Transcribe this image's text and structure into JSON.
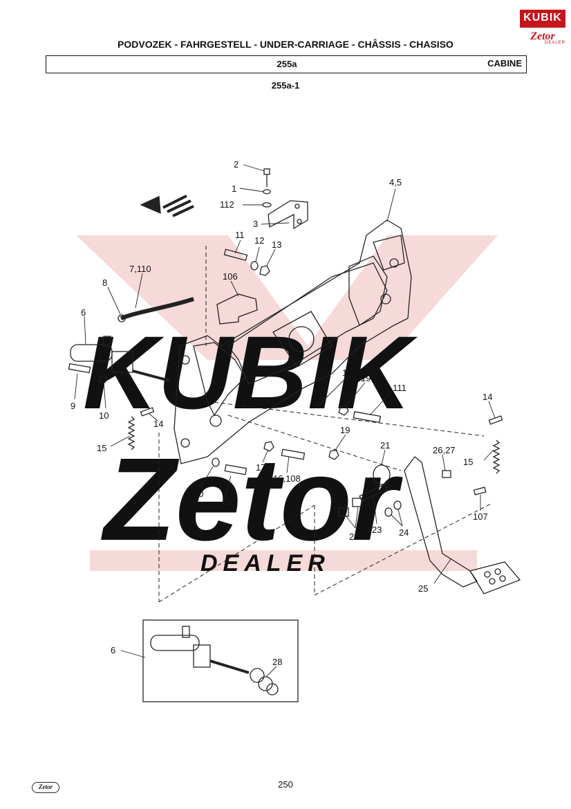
{
  "header": {
    "section_title": "PODVOZEK - FAHRGESTELL - UNDER-CARRIAGE - CHÂSSIS - CHASISO",
    "group_code": "255a",
    "group_name": "CABINE",
    "sub_code": "255a-1"
  },
  "brand": {
    "kubik": "KUBIK",
    "zetor": "Zetor",
    "dealer": "DEALER"
  },
  "watermark": {
    "kubik": "KUBIK",
    "zetor": "Zetor",
    "dealer": "DEALER"
  },
  "callouts": {
    "c2": "2",
    "c1": "1",
    "c112": "112",
    "c3": "3",
    "c45": "4,5",
    "c11": "11",
    "c12": "12",
    "c13": "13",
    "c7110": "7,110",
    "c8": "8",
    "c106": "106",
    "c6": "6",
    "c9": "9",
    "c10a": "10",
    "c14a": "14",
    "c15a": "15",
    "c18": "18",
    "c19a": "19",
    "c2011": "20,111",
    "c14b": "14",
    "c19b": "19",
    "c21": "21",
    "c2627": "26,27",
    "c15b": "15",
    "c17": "17",
    "c16108": "16,108",
    "c10b": "10",
    "c16": "16",
    "c107": "107",
    "c22": "22",
    "c23": "23",
    "c24": "24",
    "c25": "25",
    "c6b": "6",
    "c28": "28"
  },
  "footer": {
    "page_number": "250",
    "logo": "Zetor"
  },
  "colors": {
    "brand_red": "#c4161c",
    "watermark_red": "#f6d9d9",
    "watermark_gray": "#e4ebe7",
    "line": "#222222"
  }
}
